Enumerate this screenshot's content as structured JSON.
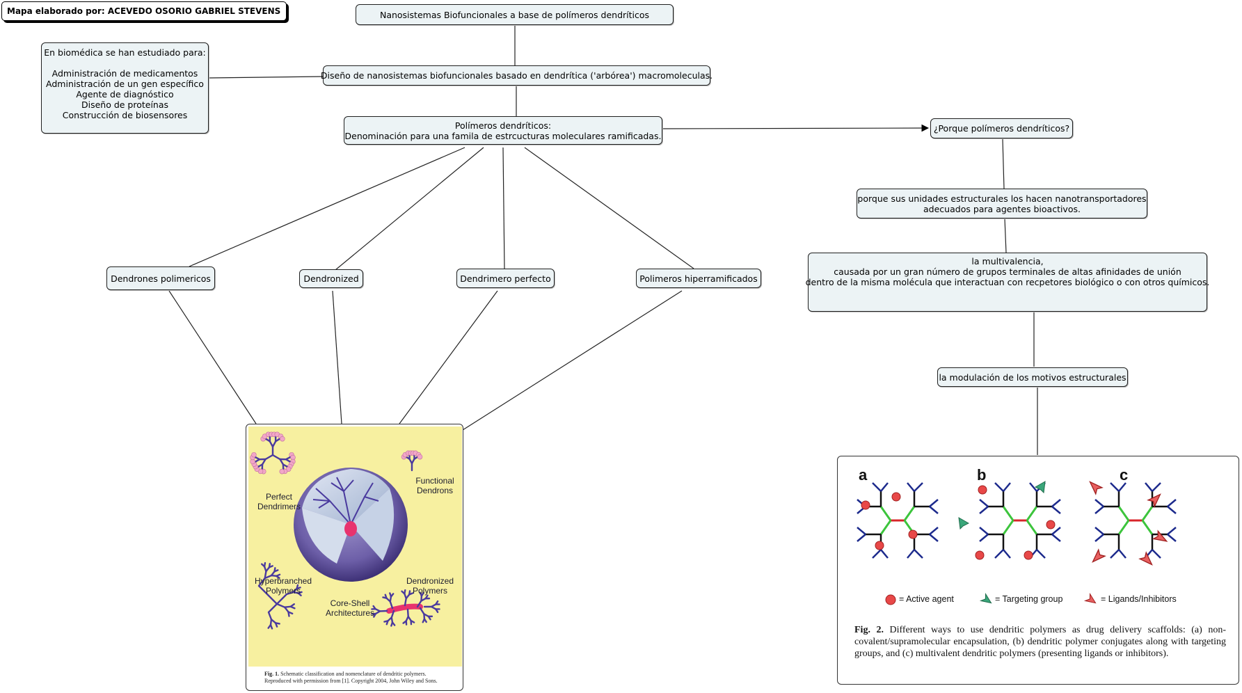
{
  "author": "Mapa elaborado por: ACEVEDO OSORIO GABRIEL STEVENS",
  "nodes": {
    "title": "Nanosistemas Biofuncionales a base de polímeros dendríticos",
    "design": "Diseño de nanosistemas biofuncionales basado en dendrítica ('arbórea') macromoleculas.",
    "uses": {
      "heading": "En biomédica se han estudiado para:",
      "items": [
        "Administración de medicamentos",
        "Administración de un gen específico",
        "Agente de diagnóstico",
        "Diseño de proteínas",
        "Construcción de biosensores"
      ]
    },
    "polymers": {
      "line1": "Polímeros dendríticos:",
      "line2": "Denominación para una famila de estrcucturas moleculares ramificadas."
    },
    "why": "¿Porque polímeros dendríticos?",
    "because": {
      "line1": "porque sus unidades estructurales los hacen nanotransportadores",
      "line2": "adecuados para agentes bioactivos."
    },
    "multivalence": {
      "line1": "la multivalencia,",
      "line2": "causada por  un gran número de grupos terminales de altas afinidades de unión",
      "line3": "dentro de la misma molécula que interactuan con recpetores biológico o con otros químicos."
    },
    "modulation": "la modulación de los motivos estructurales",
    "types": [
      "Dendrones polimericos",
      "Dendronized",
      "Dendrimero perfecto",
      "Polimeros hiperramificados"
    ]
  },
  "figure1": {
    "labels": {
      "perfect": [
        "Perfect",
        "Dendrimers"
      ],
      "functional": [
        "Functional",
        "Dendrons"
      ],
      "hyper": [
        "Hyperbranched",
        "Polymers"
      ],
      "dendronized": [
        "Dendronized",
        "Polymers"
      ],
      "coreshell": [
        "Core-Shell",
        "Architectures"
      ]
    },
    "caption": {
      "bold": "Fig. 1.",
      "line1": " Schematic classification and nomenclature of dendritic polymers.",
      "line2": "Reproduced with permission from [1]. Copyright 2004, John Wiley and Sons."
    },
    "colors": {
      "background": "#f7f0a0",
      "branches": "#4a3a9e",
      "tips": "#f2a6c8",
      "core": "#e8336e"
    }
  },
  "figure2": {
    "panels": [
      "a",
      "b",
      "c"
    ],
    "legend": [
      "= Active agent",
      "= Targeting group",
      "= Ligands/Inhibitors"
    ],
    "caption_bold": "Fig. 2.",
    "caption": " Different ways to use dendritic polymers as drug delivery scaffolds: (a) non-covalent/supramolecular encapsulation, (b) dendritic polymer conjugates along with targeting groups, and (c) multivalent dendritic polymers (presenting ligands or inhibitors).",
    "colors": {
      "arms": "#1c2a8c",
      "core_green": "#3cc43c",
      "core_red": "#d8242a",
      "active": "#e84848",
      "targeting": "#3aa67a",
      "ligand": "#e86060"
    }
  }
}
